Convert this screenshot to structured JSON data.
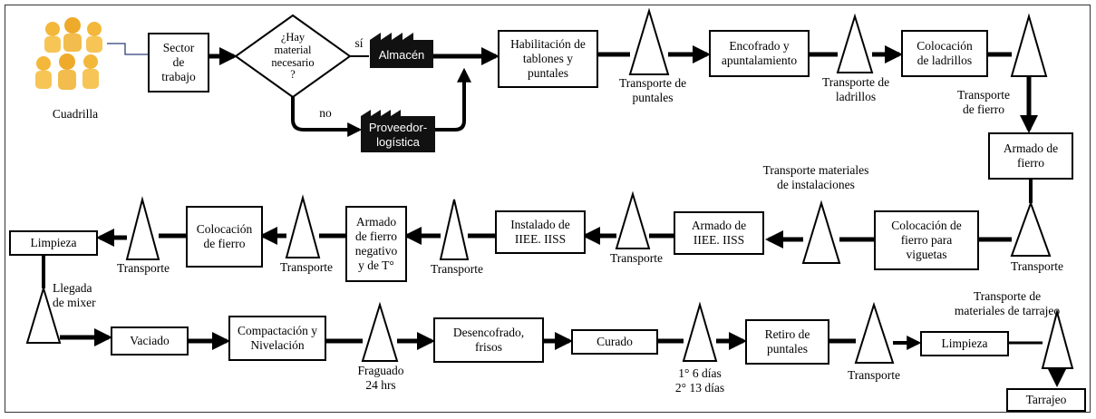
{
  "cuadrilla": "Cuadrilla",
  "sector": "Sector\nde\ntrabajo",
  "decision": "¿Hay\nmaterial\nnecesario\n?",
  "si": "sí",
  "no": "no",
  "almacen": "Almacén",
  "proveedor": "Proveedor-\nlogística",
  "habilitacion": "Habilitación de\ntablones y\npuntales",
  "t_puntales": "Transporte de\npuntales",
  "encofrado": "Encofrado y\napuntalamiento",
  "t_ladrillos": "Transporte de\nladrillos",
  "colocacion_ladrillos": "Colocación\nde ladrillos",
  "t_fierro": "Transporte\nde fierro",
  "armado_fierro": "Armado de\nfierro",
  "t_materiales_inst": "Transporte materiales\nde instalaciones",
  "transporte": "Transporte",
  "colocacion_viguetas": "Colocación de\nfierro para\nviguetas",
  "armado_iiee": "Armado de\nIIEE. IISS",
  "instalado_iiee": "Instalado de\nIIEE. IISS",
  "armado_negativo": "Armado\nde fierro\nnegativo\ny de T°",
  "colocacion_fierro": "Colocación\nde fierro",
  "limpieza": "Limpieza",
  "llegada_mixer": "Llegada\nde mixer",
  "vaciado": "Vaciado",
  "compactacion": "Compactación y\nNivelación",
  "fraguado": "Fraguado\n24 hrs",
  "desencofrado": "Desencofrado,\nfrisos",
  "curado": "Curado",
  "dias": "1° 6 días\n2° 13 días",
  "retiro": "Retiro de\npuntales",
  "t_tarrajeo": "Transporte de\nmateriales de tarrajeo",
  "tarrajeo": "Tarrajeo"
}
